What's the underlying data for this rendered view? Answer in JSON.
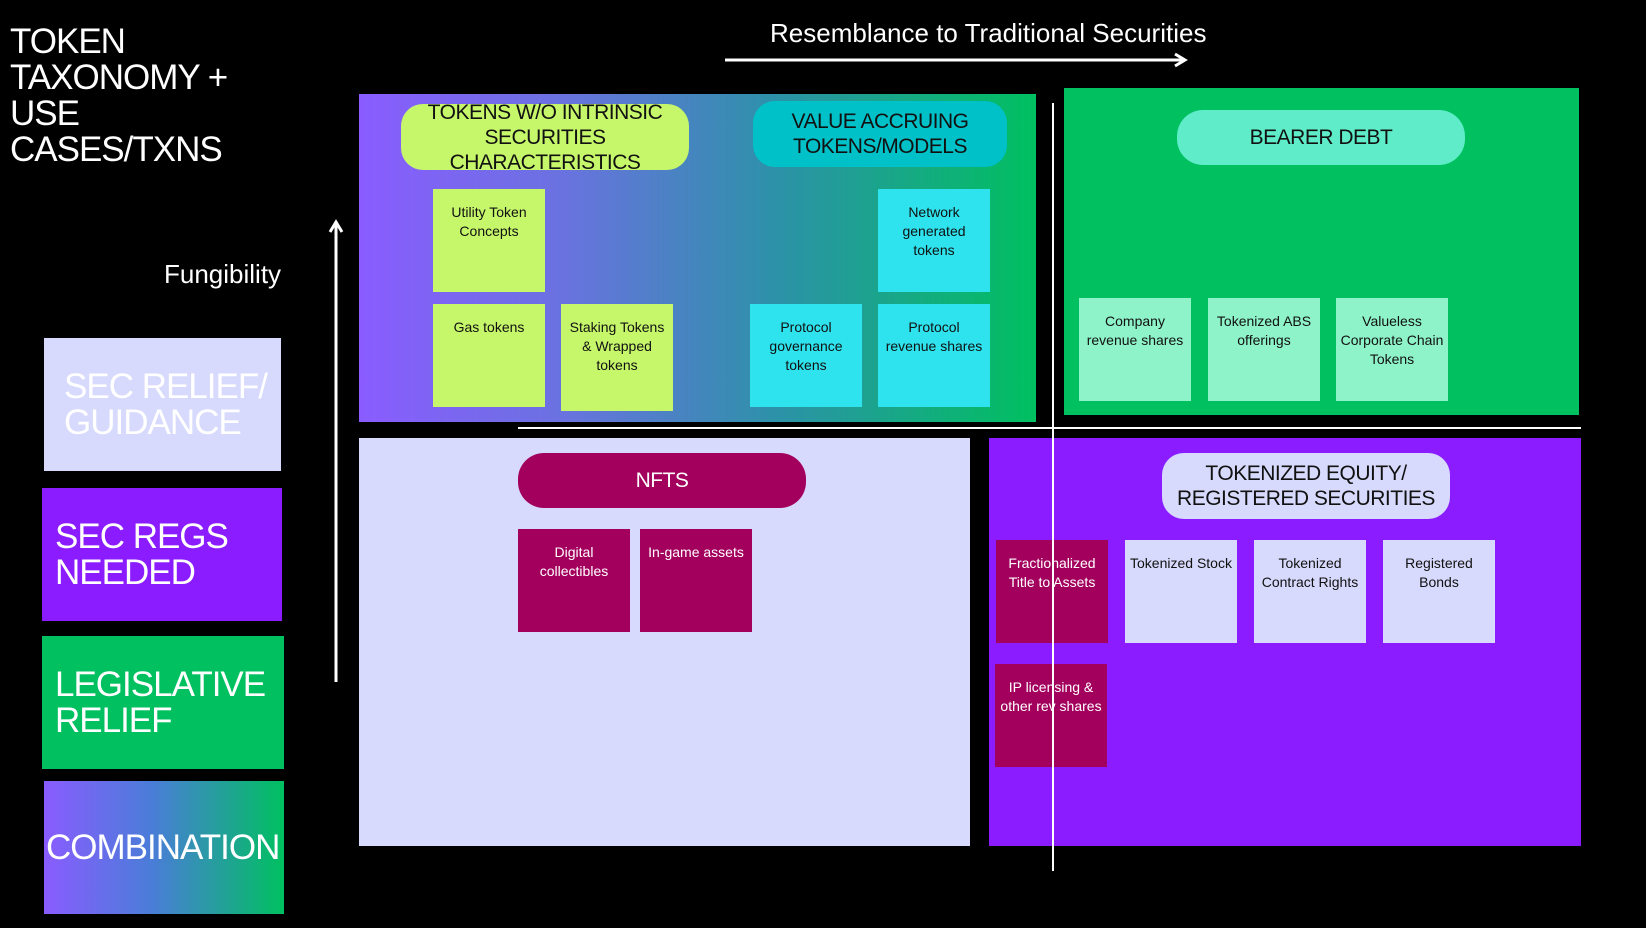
{
  "title": "TOKEN TAXONOMY + USE CASES/TXNS",
  "axes": {
    "x_label": "Resemblance to Traditional Securities",
    "y_label": "Fungibility"
  },
  "legend": {
    "sec_relief": "SEC RELIEF/ GUIDANCE",
    "sec_regs": "SEC REGS NEEDED",
    "legislative": "LEGISLATIVE RELIEF",
    "combination": "COMBINATION"
  },
  "quadrants": {
    "top_left": {
      "pill_1": "TOKENS W/O INTRINSIC SECURITIES CHARACTERISTICS",
      "pill_2": "VALUE ACCRUING TOKENS/MODELS",
      "cards": {
        "utility": "Utility Token Concepts",
        "gas": "Gas tokens",
        "staking": "Staking Tokens & Wrapped tokens",
        "network": "Network generated tokens",
        "governance": "Protocol governance tokens",
        "revenue": "Protocol revenue shares"
      }
    },
    "top_right": {
      "pill": "BEARER DEBT",
      "cards": {
        "company": "Company revenue shares",
        "abs": "Tokenized ABS offerings",
        "valueless": "Valueless Corporate Chain Tokens"
      }
    },
    "bottom_left": {
      "pill": "NFTS",
      "cards": {
        "digital": "Digital collectibles",
        "ingame": "In-game assets"
      }
    },
    "bottom_right": {
      "pill": "TOKENIZED EQUITY/ REGISTERED SECURITIES",
      "cards": {
        "fractional": "Fractionalized Title to Assets",
        "ip": "IP licensing & other rev shares",
        "stock": "Tokenized Stock",
        "contract": "Tokenized Contract Rights",
        "bonds": "Registered Bonds"
      }
    }
  },
  "colors": {
    "background": "#000000",
    "purple": "#8a1cff",
    "green": "#00c060",
    "lavender": "#d7dafc",
    "maroon": "#a3005e",
    "lime": "#c6f66a",
    "cyan": "#2ee3ee",
    "mint": "#8ef3c8"
  }
}
